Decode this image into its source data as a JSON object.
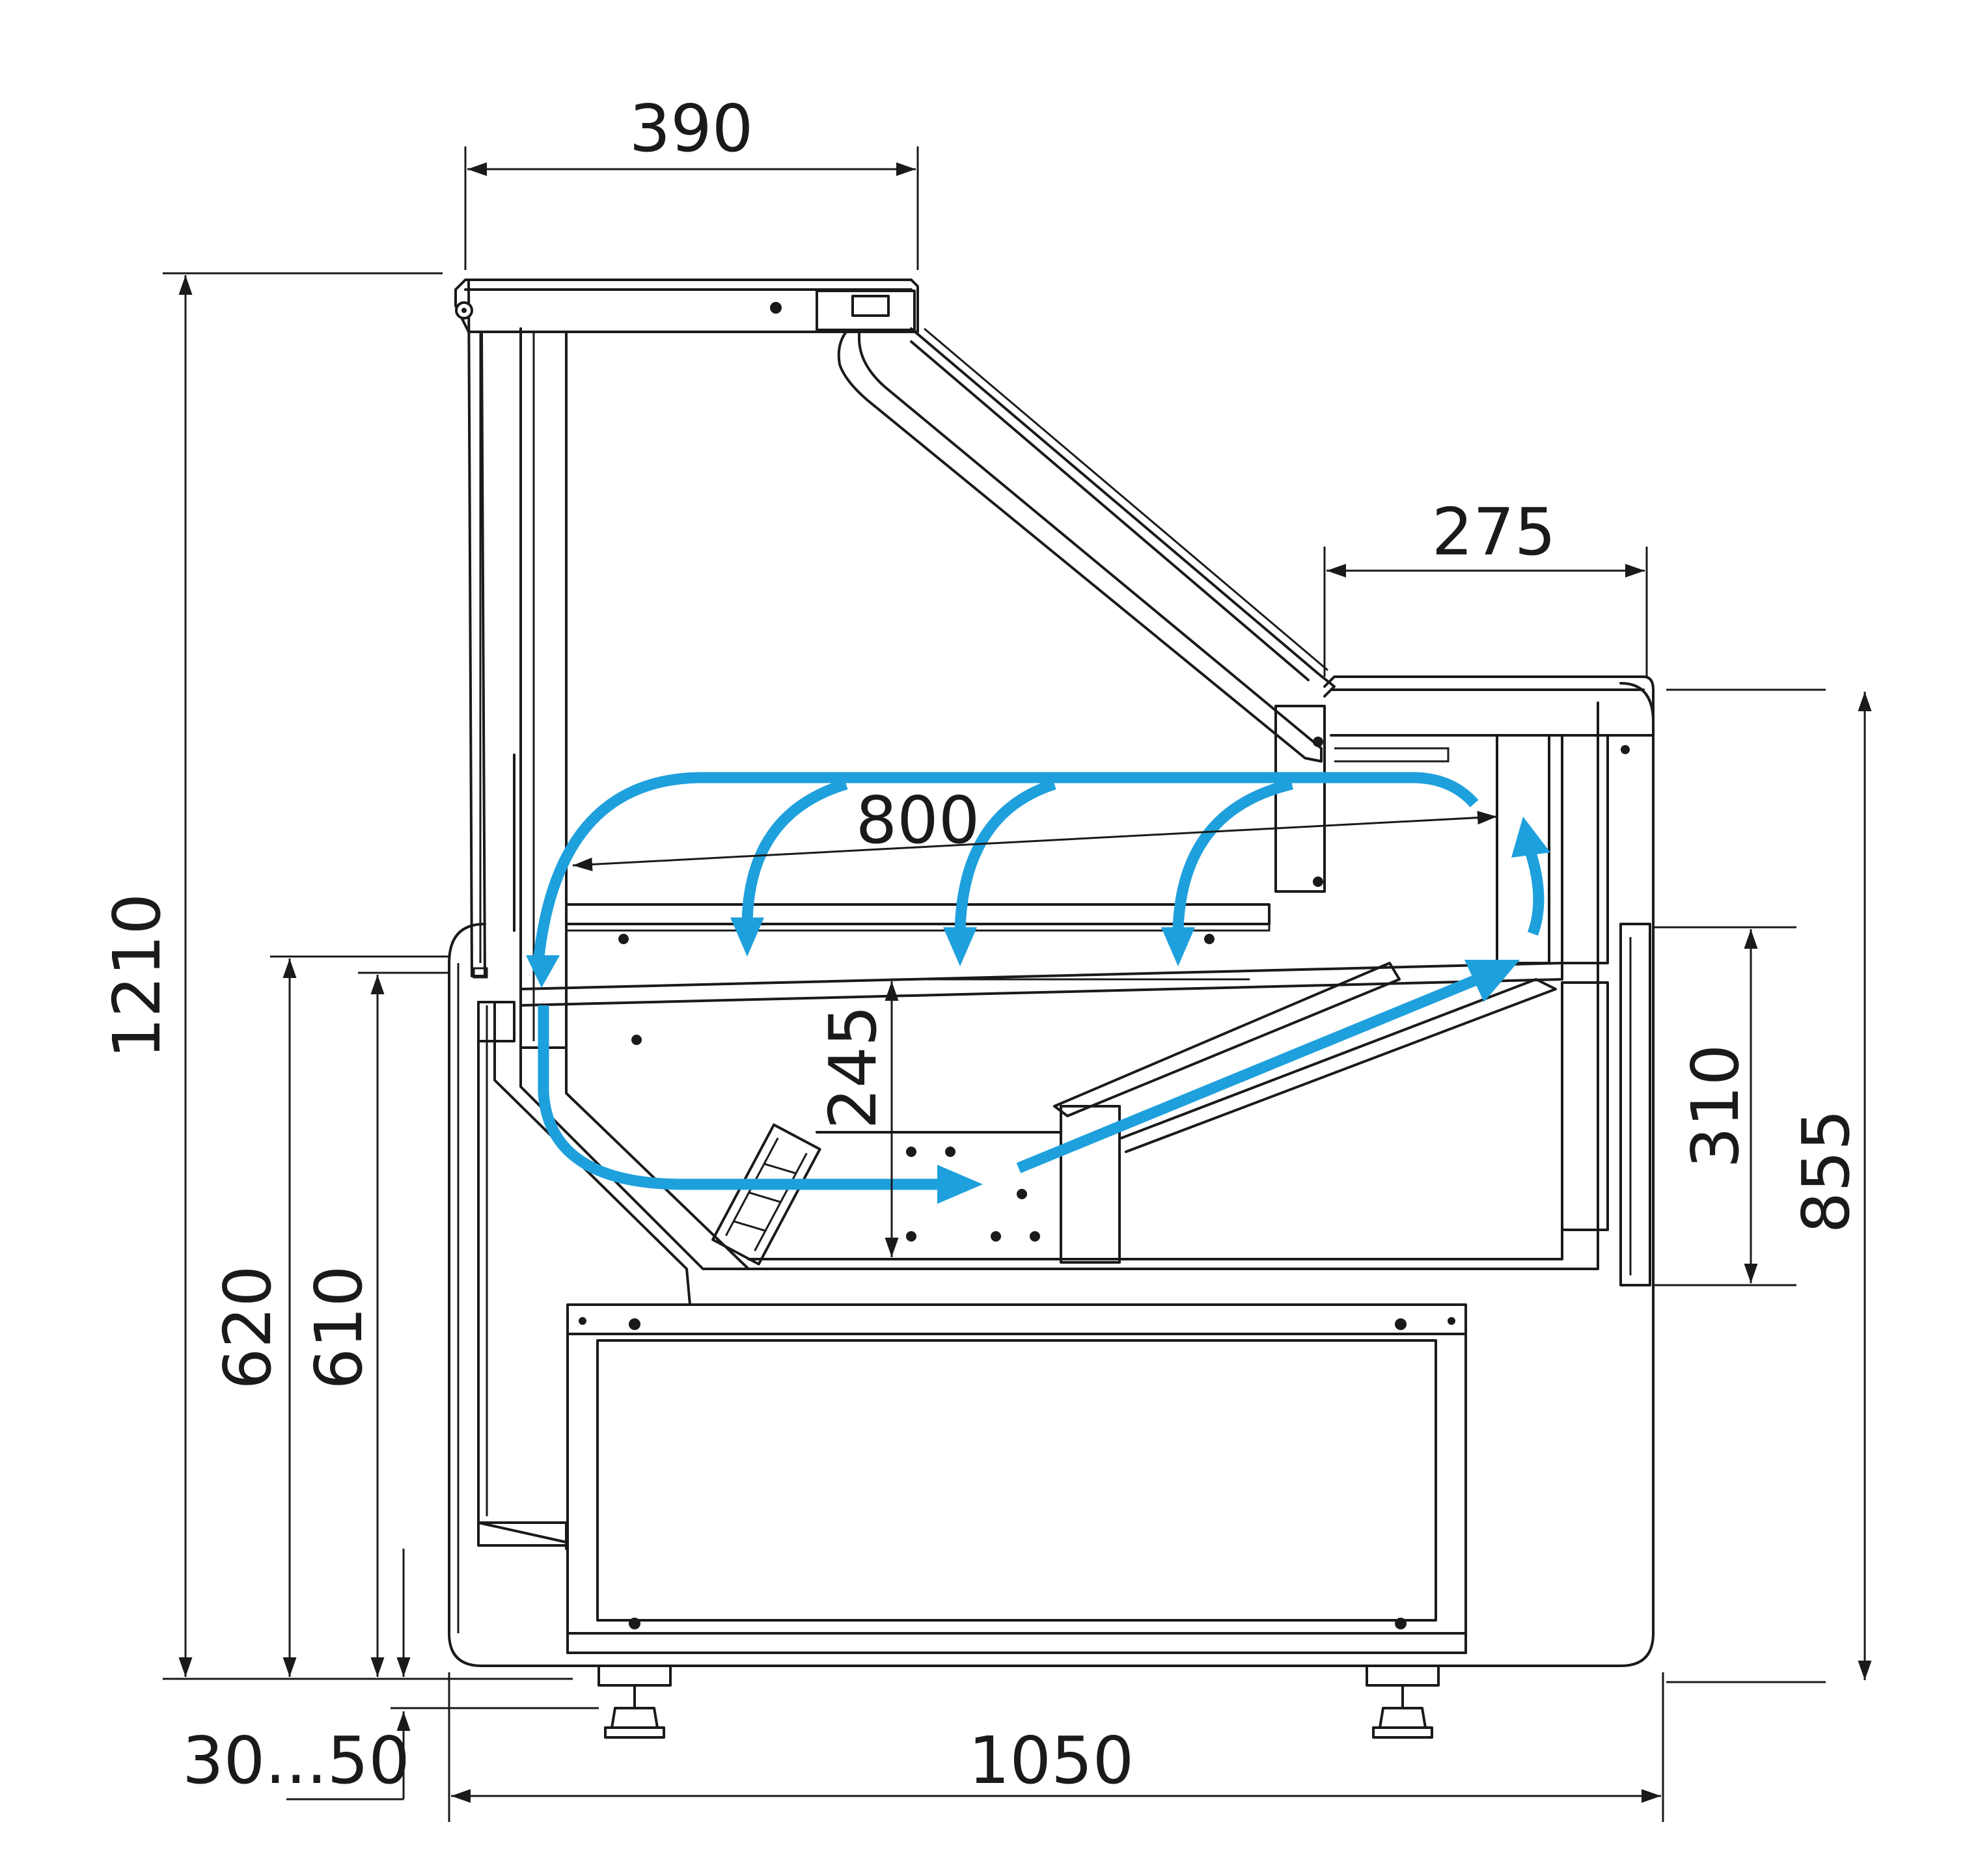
{
  "dimensions": {
    "top_canopy_width": "390",
    "shelf_width": "275",
    "inner_depth": "800",
    "total_height": "1210",
    "counter_height": "620",
    "display_height": "610",
    "tray_depth": "245",
    "rear_panel_height": "310",
    "rear_height": "855",
    "foot_adjust": "30...50",
    "total_depth": "1050"
  },
  "colors": {
    "outline": "#1a1a1a",
    "airflow": "#1ea0dc",
    "background": "#ffffff"
  }
}
